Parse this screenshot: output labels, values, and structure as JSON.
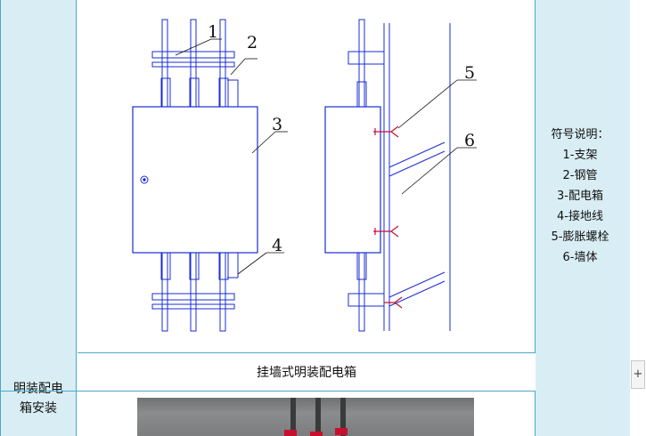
{
  "row_label": "明装配电箱安装",
  "row_label_lines": [
    "明装配电",
    "箱安装"
  ],
  "caption": "挂墙式明装配电箱",
  "legend": {
    "title": "符号说明：",
    "items": [
      "1-支架",
      "2-钢管",
      "3-配电箱",
      "4-接地线",
      "5-膨胀螺栓",
      "6-墙体"
    ]
  },
  "callouts": [
    "1",
    "2",
    "3",
    "4",
    "5",
    "6"
  ],
  "zoom_button_label": "+",
  "colors": {
    "border": "#4aa7c8",
    "side_fill": "#d9eef4",
    "drawing_blue": "#1a2cd6",
    "bolt_red": "#c8102e"
  },
  "icons": {
    "zoom": "plus-icon"
  }
}
